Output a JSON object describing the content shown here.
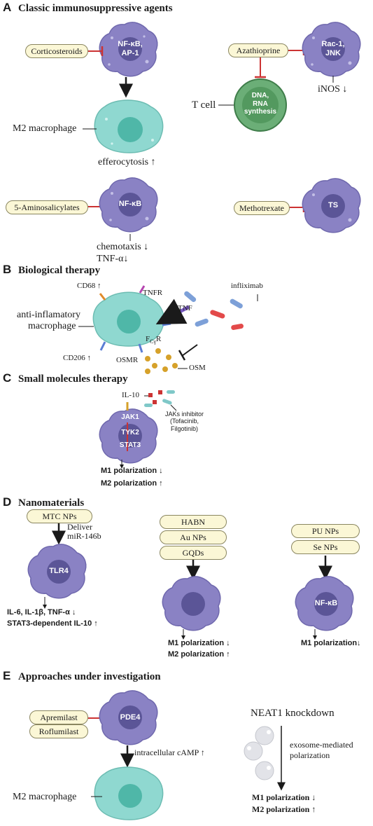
{
  "sections": {
    "A": {
      "letter": "A",
      "title": "Classic immunosuppressive agents"
    },
    "B": {
      "letter": "B",
      "title": "Biological therapy"
    },
    "C": {
      "letter": "C",
      "title": "Small molecules therapy"
    },
    "D": {
      "letter": "D",
      "title": "Nanomaterials"
    },
    "E": {
      "letter": "E",
      "title": "Approaches under investigation"
    }
  },
  "a": {
    "corticosteroids": "Corticosteroids",
    "nfkb_ap1_line1": "NF-κB,",
    "nfkb_ap1_line2": "AP-1",
    "m2_macrophage": "M2 macrophage",
    "efferocytosis": "efferocytosis ↑",
    "azathioprine": "Azathioprine",
    "rac1_line1": "Rac-1,",
    "rac1_line2": "JNK",
    "inos": "iNOS ↓",
    "t_cell": "T cell",
    "dna_line1": "DNA,",
    "dna_line2": "RNA",
    "dna_line3": "synthesis",
    "asa": "5-Aminosalicylates",
    "nfkb": "NF-κB",
    "chemotaxis": "chemotaxis ↓",
    "tnf": "TNF-α↓",
    "methotrexate": "Methotrexate",
    "ts": "TS"
  },
  "b": {
    "cd68": "CD68 ↑",
    "tnfr": "TNFR",
    "infliximab": "infliximab",
    "tnf": "TNF",
    "macro_line1": "anti-inflamatory",
    "macro_line2": "macrophage",
    "fcr_main": "F",
    "fcr_sub": "Cγ",
    "fcr_end": "R",
    "cd206": "CD206 ↑",
    "osmr": "OSMR",
    "osm": "OSM"
  },
  "c": {
    "il10": "IL-10",
    "jaks_line1": "JAKs inhibitor",
    "jaks_line2": "(Tofacinib,",
    "jaks_line3": "Filgotinib)",
    "jak1": "JAK1",
    "tyk2": "TYK2",
    "stat3": "STAT3",
    "m1": "M1 polarization ↓",
    "m2": "M2 polarization ↑"
  },
  "d": {
    "mtc": "MTC NPs",
    "deliver_line1": "Deliver",
    "deliver_line2": "miR-146b",
    "tlr4": "TLR4",
    "il6": "IL-6, IL-1β, TNF-α  ↓",
    "stat3": "STAT3-dependent IL-10 ↑",
    "habn": "HABN",
    "au": "Au NPs",
    "gqds": "GQDs",
    "m1": "M1 polarization ↓",
    "m2": "M2 polarization ↑",
    "pu": "PU NPs",
    "se": "Se NPs",
    "nfkb": "NF-κB",
    "m1b": "M1 polarization↓"
  },
  "e": {
    "apremilast": "Apremilast",
    "roflumilast": "Roflumilast",
    "pde4": "PDE4",
    "camp": "intracellular cAMP ↑",
    "m2_macrophage": "M2 macrophage",
    "neat1": "NEAT1 knockdown",
    "exo_line1": "exosome-mediated",
    "exo_line2": "polarization",
    "m1": "M1 polarization ↓",
    "m2": "M2 polarization ↑"
  },
  "colors": {
    "macrophage_purple": "#8a82c4",
    "nucleus_purple": "#5b5597",
    "m2_teal": "#8fd8d0",
    "m2_nucleus": "#4fb7a8",
    "t_cell_green": "#6bae77",
    "pill_fill": "#fbf7d6",
    "inhibit_red": "#cc3333"
  }
}
